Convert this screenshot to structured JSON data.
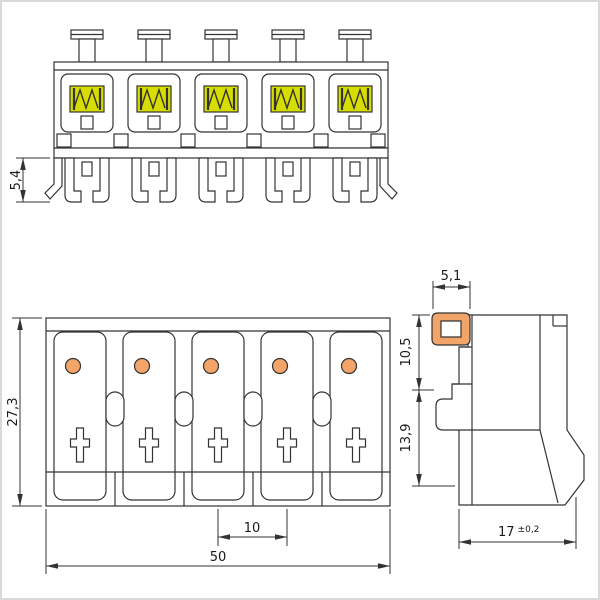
{
  "drawing": {
    "dims": {
      "foot_height": "5,4",
      "overall_height": "27,3",
      "pole_pitch": "10",
      "overall_width": "50",
      "mount_width": "5,1",
      "upper_height": "10,5",
      "lower_height": "13,9",
      "depth": "17",
      "depth_tolerance": "±0,2"
    },
    "colors": {
      "contact_yellow": "#d8dd00",
      "button_orange": "#f2a469",
      "line": "#333333",
      "frame": "#d9d9d9"
    }
  }
}
